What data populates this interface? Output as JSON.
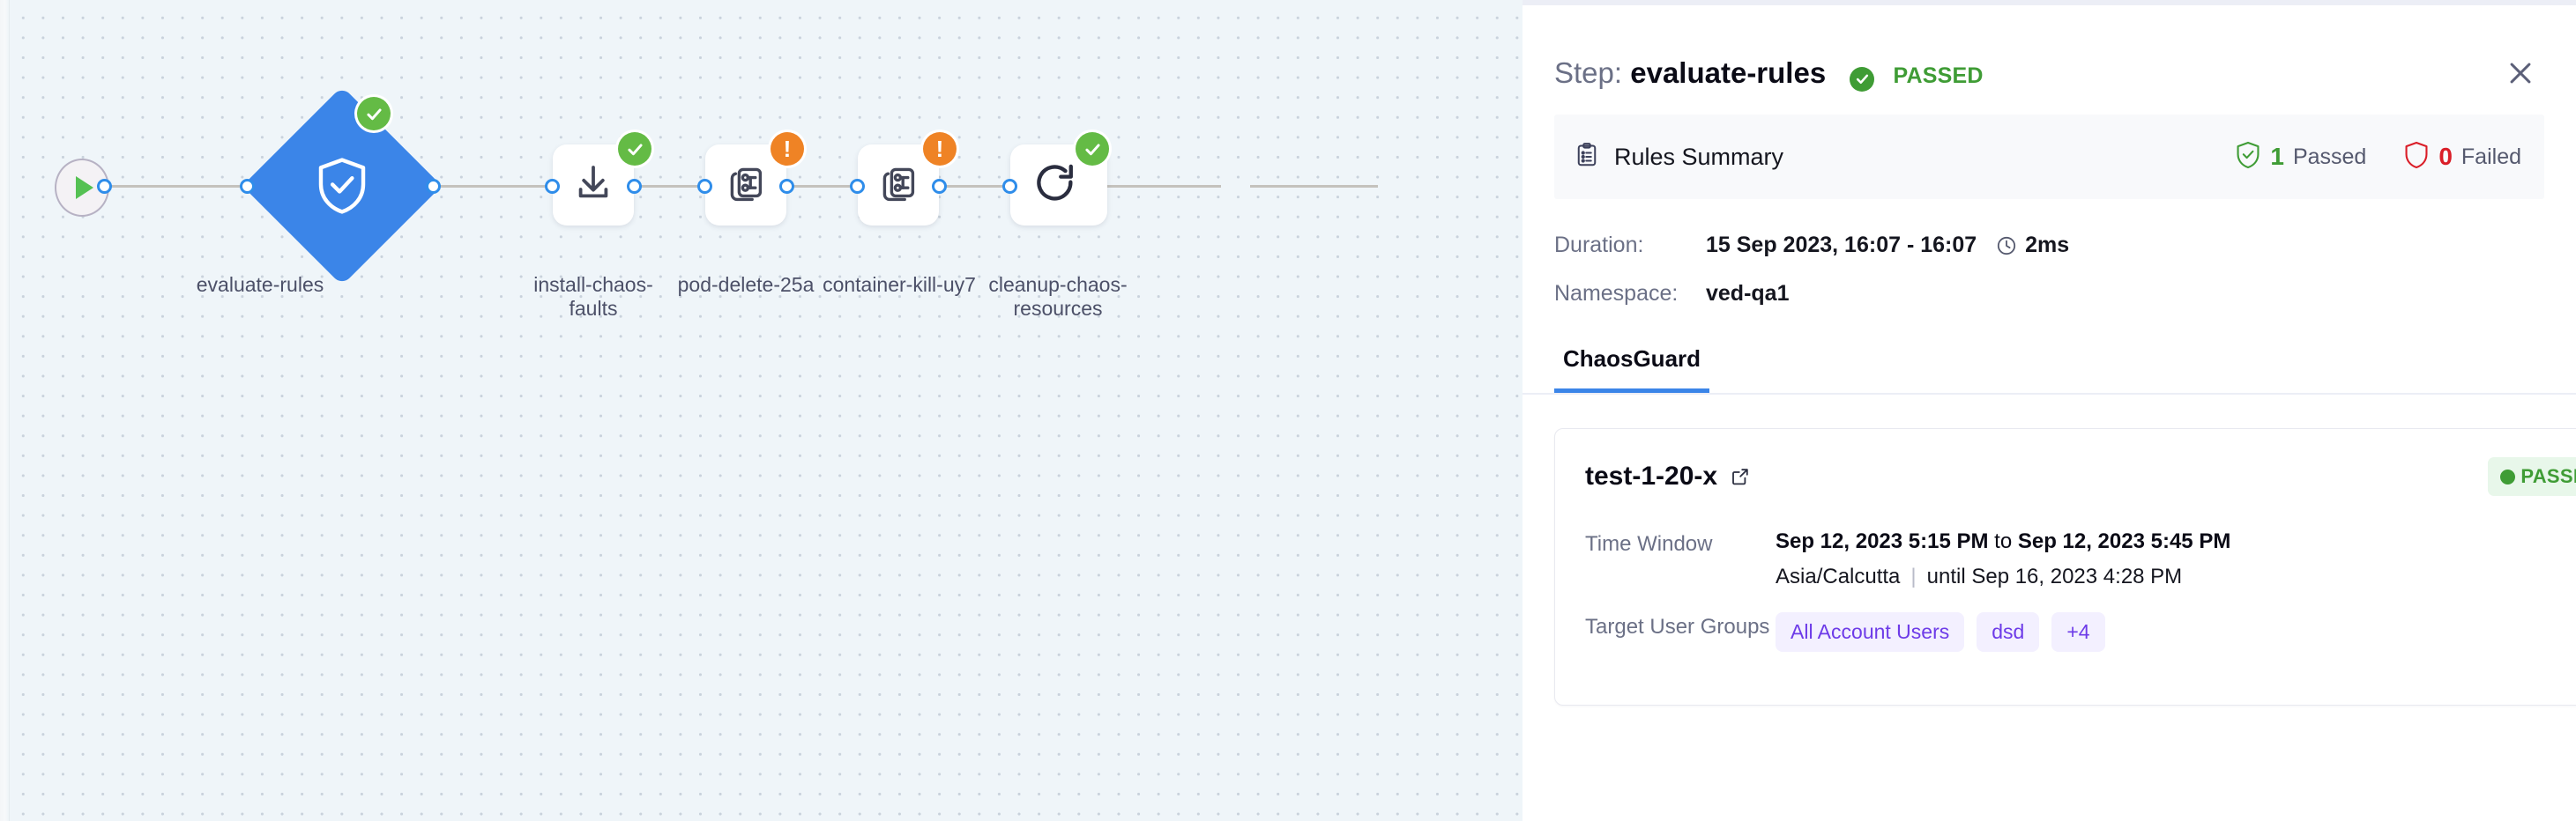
{
  "canvas": {
    "start_node": {
      "icon": "play-icon"
    },
    "nodes": [
      {
        "id": "evaluate-rules",
        "label": "evaluate-rules",
        "shape": "diamond",
        "icon": "shield-check-icon",
        "status": "success",
        "status_icon": "check-circle-icon"
      },
      {
        "id": "install-chaos-faults",
        "label": "install-chaos-\nfaults",
        "shape": "square",
        "icon": "download-icon",
        "status": "success",
        "status_icon": "check-circle-icon"
      },
      {
        "id": "pod-delete-25a",
        "label": "pod-delete-25a",
        "shape": "square",
        "icon": "chaos-fault-icon",
        "status": "warning",
        "status_icon": "warning-circle-icon"
      },
      {
        "id": "container-kill-uy7",
        "label": "container-kill-uy7",
        "shape": "square",
        "icon": "chaos-fault-icon",
        "status": "warning",
        "status_icon": "warning-circle-icon"
      },
      {
        "id": "cleanup-chaos-resources",
        "label": "cleanup-chaos-\nresources",
        "shape": "square",
        "icon": "refresh-icon",
        "status": "success",
        "status_icon": "check-circle-icon"
      }
    ]
  },
  "panel": {
    "header": {
      "step_prefix": "Step:",
      "step_name": "evaluate-rules",
      "status_label": "PASSED",
      "status_color": "#3f9c35",
      "close_icon": "close-icon"
    },
    "rules_summary": {
      "icon": "clipboard-list-icon",
      "title": "Rules Summary",
      "passed_count": "1",
      "passed_label": "Passed",
      "passed_icon": "shield-check-icon",
      "passed_color": "#3f9c35",
      "failed_count": "0",
      "failed_label": "Failed",
      "failed_icon": "shield-icon",
      "failed_color": "#da1e28"
    },
    "meta": {
      "duration_label": "Duration:",
      "duration_value": "15 Sep 2023, 16:07 - 16:07",
      "duration_clock_icon": "clock-icon",
      "duration_elapsed": "2ms",
      "namespace_label": "Namespace:",
      "namespace_value": "ved-qa1"
    },
    "tabs": [
      {
        "label": "ChaosGuard",
        "active": true
      }
    ],
    "card": {
      "title": "test-1-20-x",
      "external_link_icon": "external-link-icon",
      "status_badge": "PASSED",
      "status_badge_color": "#3f9c35",
      "rows": [
        {
          "label": "Time Window",
          "value_main_start": "Sep 12, 2023 5:15 PM",
          "value_main_joiner": " to ",
          "value_main_end": "Sep 12, 2023 5:45 PM",
          "timezone": "Asia/Calcutta",
          "until": "until Sep 16, 2023 4:28 PM"
        },
        {
          "label": "Target User Groups",
          "chips": [
            "All Account Users",
            "dsd",
            "+4"
          ]
        }
      ]
    }
  }
}
